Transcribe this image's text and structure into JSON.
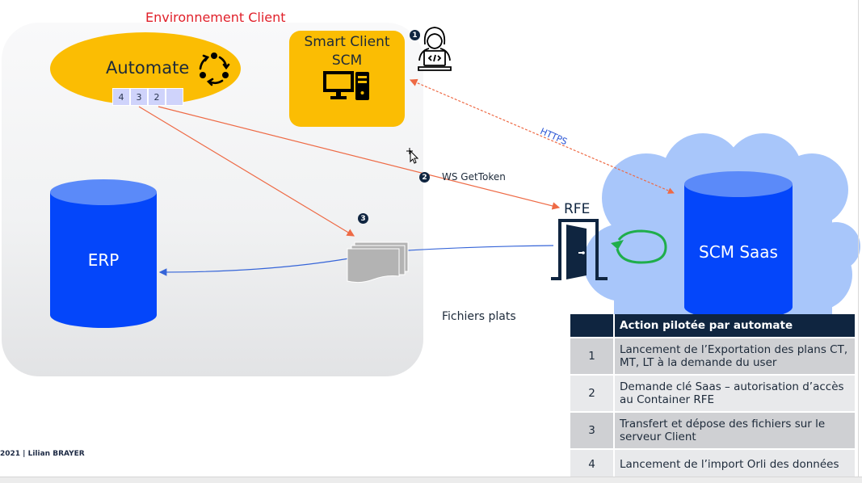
{
  "diagram": {
    "client_environment_title": "Environnement Client",
    "automate": {
      "label": "Automate",
      "icon": "cycle-icon",
      "queue": [
        "4",
        "3",
        "2",
        ""
      ]
    },
    "smart_client": {
      "title_line1": "Smart Client",
      "title_line2": "SCM",
      "icon": "computer-icon"
    },
    "user_icon": "developer-icon",
    "badges": {
      "b1": "1",
      "b2": "2",
      "b3": "3"
    },
    "ws_label": "WS GetToken",
    "https_label": "HTTPS",
    "rfe_label": "RFE",
    "rfe_icon": "door-icon",
    "erp_label": "ERP",
    "scm_label": "SCM Saas",
    "files_label": "Fichiers plats",
    "colors": {
      "client_title": "#e0202a",
      "automate_fill": "#fbbd03",
      "cylinder": "#0446fa",
      "cylinder_top": "#5b8af9",
      "cloud": "#a8c6fa",
      "arrow_orange": "#ee6a45",
      "arrow_blue": "#3564d8",
      "cycle_green": "#1fae4b",
      "navy": "#0f2540"
    }
  },
  "table": {
    "header": [
      "",
      "Action pilotée par automate"
    ],
    "rows": [
      {
        "num": "1",
        "line1": "Lancement de l’Exportation des plans CT,",
        "line2": "MT, LT à la demande du user"
      },
      {
        "num": "2",
        "line1": "Demande clé Saas – autorisation d’accès",
        "line2": "au Container RFE"
      },
      {
        "num": "3",
        "line1": "Transfert et dépose des fichiers sur le",
        "line2": "serveur Client"
      },
      {
        "num": "4",
        "line1": "Lancement de l’import Orli des données",
        "line2": ""
      }
    ]
  },
  "footer": "2021 |  Lilian BRAYER"
}
